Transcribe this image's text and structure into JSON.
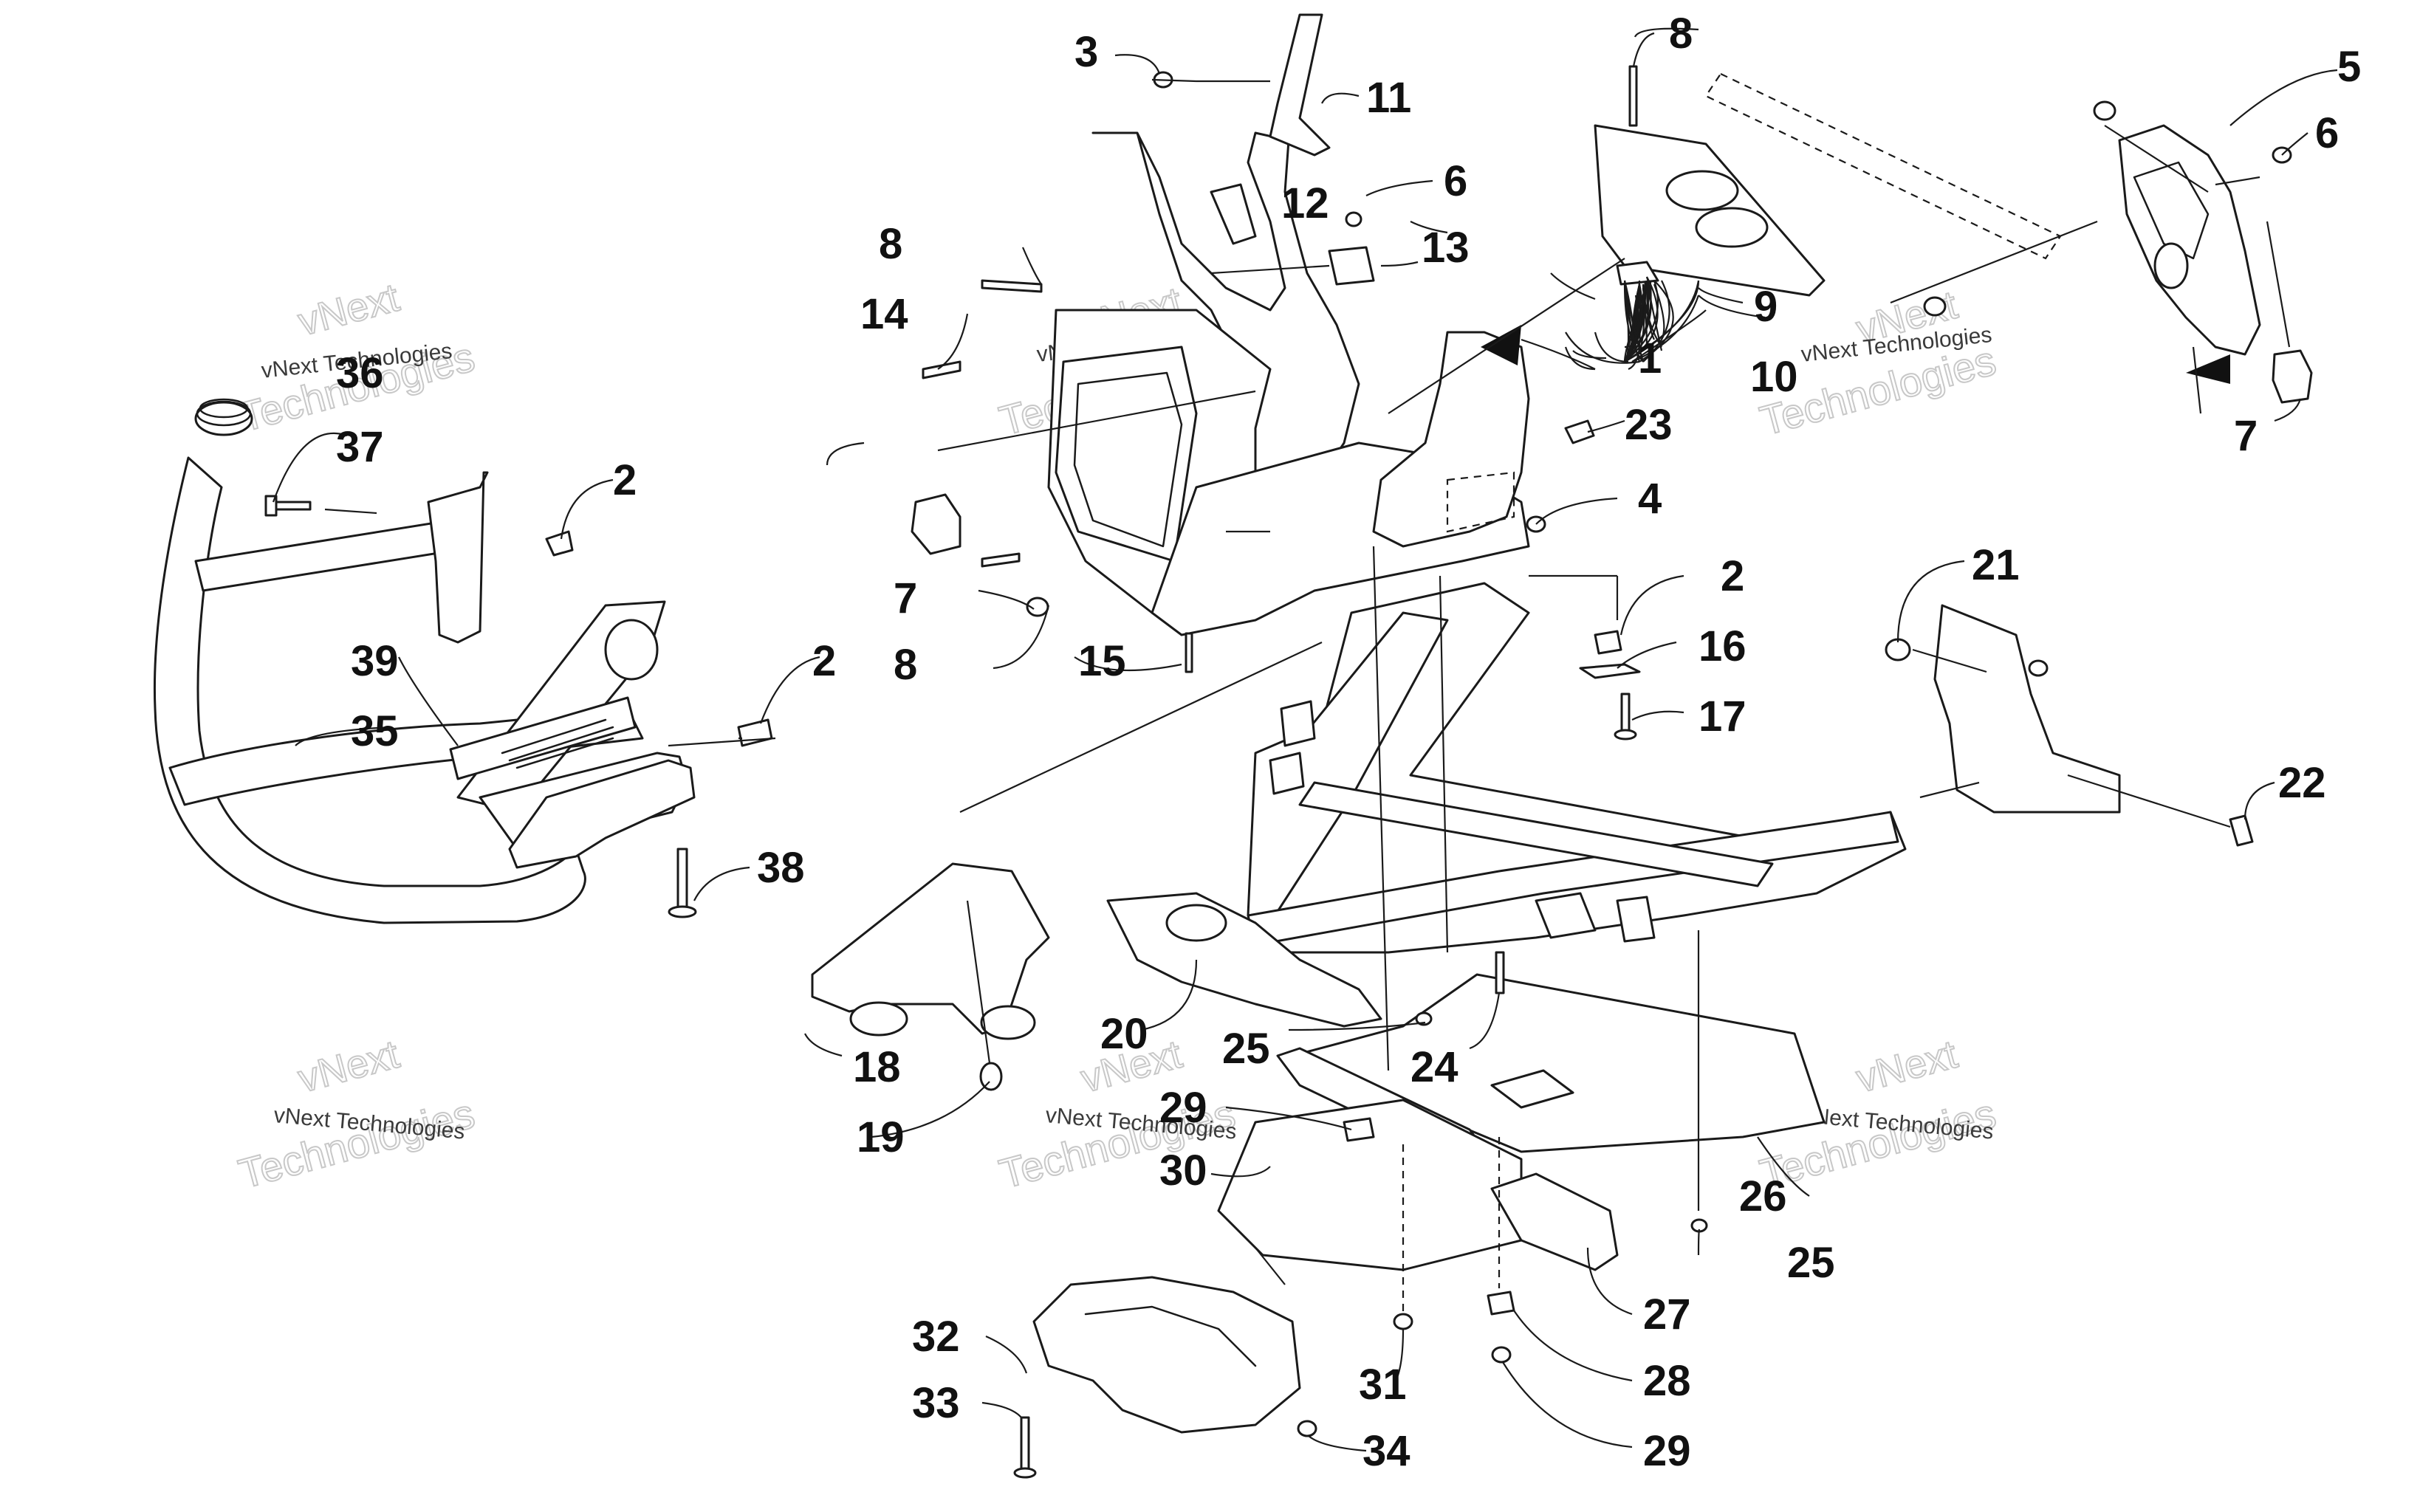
{
  "watermark": {
    "small": "vNext Technologies",
    "big_line1": "vNext",
    "big_line2": "Technologies"
  },
  "callouts": {
    "c1": "1",
    "c2a": "2",
    "c2b": "2",
    "c2c": "2",
    "c3": "3",
    "c4": "4",
    "c5": "5",
    "c6a": "6",
    "c6b": "6",
    "c7a": "7",
    "c7b": "7",
    "c8a": "8",
    "c8b": "8",
    "c8c": "8",
    "c9": "9",
    "c10": "10",
    "c11": "11",
    "c12": "12",
    "c13": "13",
    "c14": "14",
    "c15": "15",
    "c16": "16",
    "c17": "17",
    "c18": "18",
    "c19": "19",
    "c20": "20",
    "c21": "21",
    "c22": "22",
    "c23": "23",
    "c24": "24",
    "c25a": "25",
    "c25b": "25",
    "c26": "26",
    "c27": "27",
    "c28": "28",
    "c29a": "29",
    "c29b": "29",
    "c30": "30",
    "c31": "31",
    "c32": "32",
    "c33": "33",
    "c34": "34",
    "c35": "35",
    "c36": "36",
    "c37": "37",
    "c38": "38",
    "c39": "39"
  }
}
